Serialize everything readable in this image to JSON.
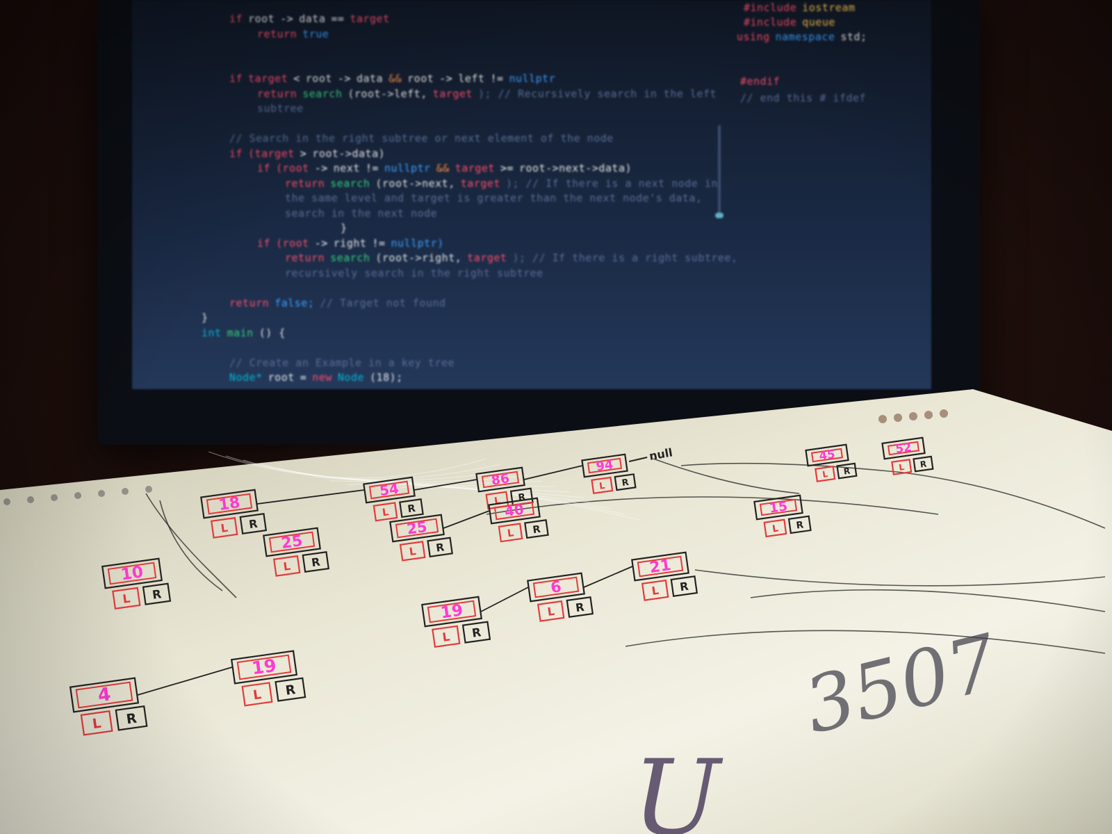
{
  "code_lines": [
    {
      "ln": "",
      "indent": 80,
      "tokens": [
        [
          "kw",
          "if"
        ],
        [
          "var",
          "root"
        ],
        [
          "op",
          "->"
        ],
        [
          "var",
          "data"
        ],
        [
          "op",
          "=="
        ],
        [
          "kw",
          "target"
        ]
      ]
    },
    {
      "ln": "",
      "indent": 120,
      "tokens": [
        [
          "kw",
          "return"
        ],
        [
          "const",
          "true"
        ]
      ]
    },
    {
      "ln": "",
      "indent": 0,
      "tokens": []
    },
    {
      "ln": "",
      "indent": 0,
      "tokens": []
    },
    {
      "ln": "",
      "indent": 80,
      "tokens": [
        [
          "kw",
          "if"
        ],
        [
          "kw",
          "target"
        ],
        [
          "op",
          "<"
        ],
        [
          "var",
          "root"
        ],
        [
          "op",
          "->"
        ],
        [
          "var",
          "data"
        ],
        [
          "num",
          "&&"
        ],
        [
          "var",
          "root"
        ],
        [
          "op",
          "->"
        ],
        [
          "var",
          "left"
        ],
        [
          "op",
          "!="
        ],
        [
          "const",
          "nullptr"
        ]
      ]
    },
    {
      "ln": "",
      "indent": 120,
      "tokens": [
        [
          "kw",
          "return"
        ],
        [
          "fn",
          "search"
        ],
        [
          "var",
          "(root->left,"
        ],
        [
          "kw",
          "target"
        ],
        [
          "cm",
          "); // Recursively search in the left"
        ]
      ]
    },
    {
      "ln": "",
      "indent": 120,
      "tokens": [
        [
          "cm",
          "subtree"
        ]
      ]
    },
    {
      "ln": "",
      "indent": 0,
      "tokens": []
    },
    {
      "ln": "",
      "indent": 80,
      "tokens": [
        [
          "cm",
          "// Search in the right subtree or next element of the node"
        ]
      ]
    },
    {
      "ln": "",
      "indent": 80,
      "tokens": [
        [
          "kw",
          "if"
        ],
        [
          "kw",
          "(target"
        ],
        [
          "op",
          ">"
        ],
        [
          "var",
          "root->data)"
        ]
      ]
    },
    {
      "ln": "",
      "indent": 120,
      "tokens": [
        [
          "kw",
          "if"
        ],
        [
          "kw",
          "(root"
        ],
        [
          "op",
          "->"
        ],
        [
          "var",
          "next"
        ],
        [
          "op",
          "!="
        ],
        [
          "const",
          "nullptr"
        ],
        [
          "num",
          "&&"
        ],
        [
          "kw",
          "target"
        ],
        [
          "op",
          ">="
        ],
        [
          "var",
          "root->next->data)"
        ]
      ]
    },
    {
      "ln": "",
      "indent": 160,
      "tokens": [
        [
          "kw",
          "return"
        ],
        [
          "fn",
          "search"
        ],
        [
          "var",
          "(root->next,"
        ],
        [
          "kw",
          "target"
        ],
        [
          "cm",
          "); // If there is a next node in"
        ]
      ]
    },
    {
      "ln": "",
      "indent": 160,
      "tokens": [
        [
          "cm",
          "the same level and target is greater than the next node's data,"
        ]
      ]
    },
    {
      "ln": "",
      "indent": 160,
      "tokens": [
        [
          "cm",
          "search in the next node"
        ]
      ]
    },
    {
      "ln": "",
      "indent": 240,
      "tokens": [
        [
          "var",
          "}"
        ]
      ]
    },
    {
      "ln": "",
      "indent": 120,
      "tokens": [
        [
          "kw",
          "if"
        ],
        [
          "kw",
          "(root"
        ],
        [
          "op",
          "->"
        ],
        [
          "var",
          "right"
        ],
        [
          "op",
          "!="
        ],
        [
          "const",
          "nullptr)"
        ]
      ]
    },
    {
      "ln": "",
      "indent": 160,
      "tokens": [
        [
          "kw",
          "return"
        ],
        [
          "fn",
          "search"
        ],
        [
          "var",
          "(root->right,"
        ],
        [
          "kw",
          "target"
        ],
        [
          "cm",
          "); // If there is a right subtree,"
        ]
      ]
    },
    {
      "ln": "",
      "indent": 160,
      "tokens": [
        [
          "cm",
          "recursively search in the right subtree"
        ]
      ]
    },
    {
      "ln": "",
      "indent": 0,
      "tokens": []
    },
    {
      "ln": "",
      "indent": 80,
      "tokens": [
        [
          "kw",
          "return"
        ],
        [
          "const",
          "false;"
        ],
        [
          "cm",
          "// Target not found"
        ]
      ]
    },
    {
      "ln": "",
      "indent": 40,
      "tokens": [
        [
          "var",
          "}"
        ]
      ]
    },
    {
      "ln": "",
      "indent": 40,
      "tokens": [
        [
          "type",
          "int"
        ],
        [
          "fn",
          "main"
        ],
        [
          "var",
          "() {"
        ]
      ]
    },
    {
      "ln": "",
      "indent": 0,
      "tokens": []
    },
    {
      "ln": "",
      "indent": 80,
      "tokens": [
        [
          "cm",
          "// Create an Example in a key tree"
        ]
      ]
    },
    {
      "ln": "",
      "indent": 80,
      "tokens": [
        [
          "type",
          "Node*"
        ],
        [
          "var",
          "root"
        ],
        [
          "op",
          "="
        ],
        [
          "kw",
          "new"
        ],
        [
          "type",
          "Node"
        ],
        [
          "var",
          "(18);"
        ]
      ]
    }
  ],
  "includes": [
    [
      "pre",
      "#include"
    ],
    [
      "inc",
      "iostream"
    ],
    [
      "pre",
      "#include"
    ],
    [
      "inc",
      "queue"
    ],
    [
      "pre",
      "using"
    ],
    [
      "const",
      "namespace"
    ],
    [
      "var",
      "std;"
    ]
  ],
  "endif_text": "#endif",
  "endif_comment": "// end this # ifdef",
  "tree_nodes": [
    {
      "key": "18",
      "l": "L",
      "r": "R"
    },
    {
      "key": "54",
      "l": "L",
      "r": "R"
    },
    {
      "key": "86",
      "l": "L",
      "r": "R"
    },
    {
      "key": "94",
      "l": "L",
      "r": "R",
      "next": "null"
    },
    {
      "key": "40",
      "l": "L",
      "r": "R"
    },
    {
      "key": "25",
      "l": "L",
      "r": "R"
    },
    {
      "key": "25",
      "l": "L",
      "r": "R"
    },
    {
      "key": "10",
      "l": "L",
      "r": "R"
    },
    {
      "key": "19",
      "l": "L",
      "r": "R"
    },
    {
      "key": "6",
      "l": "L",
      "r": "R"
    },
    {
      "key": "21",
      "l": "L",
      "r": "R"
    },
    {
      "key": "15",
      "l": "L",
      "r": "R"
    },
    {
      "key": "4",
      "l": "L",
      "r": "R"
    },
    {
      "key": "19",
      "l": "L",
      "r": "R"
    },
    {
      "key": "45",
      "l": "L",
      "r": "R"
    },
    {
      "key": "52",
      "l": "L",
      "r": "R"
    }
  ],
  "scribble_number": "3507",
  "scribble_letter": "U",
  "colors": {
    "red_marker": "#e33b3b",
    "black_marker": "#222222",
    "pink_marker": "#ff3ad0"
  }
}
